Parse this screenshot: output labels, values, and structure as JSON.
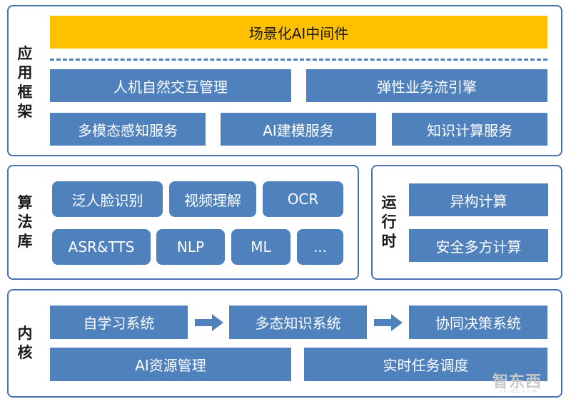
{
  "app_framework": {
    "label": "应用框架",
    "banner": "场景化AI中间件",
    "row1": [
      "人机自然交互管理",
      "弹性业务流引擎"
    ],
    "row2": [
      "多模态感知服务",
      "AI建模服务",
      "知识计算服务"
    ]
  },
  "algorithm_library": {
    "label": "算法库",
    "row1": [
      "泛人脸识别",
      "视频理解",
      "OCR"
    ],
    "row2": [
      "ASR&TTS",
      "NLP",
      "ML",
      "..."
    ]
  },
  "runtime": {
    "label": "运行时",
    "items": [
      "异构计算",
      "安全多方计算"
    ]
  },
  "kernel": {
    "label": "内核",
    "row1": [
      "自学习系统",
      "多态知识系统",
      "协同决策系统"
    ],
    "row2": [
      "AI资源管理",
      "实时任务调度"
    ]
  },
  "watermark": {
    "logo": "智东西",
    "sub": "zhidx.com"
  },
  "colors": {
    "box": "#4f81bd",
    "banner": "#ffc000",
    "border": "#4a72b0",
    "arrow": "#4f81bd"
  }
}
